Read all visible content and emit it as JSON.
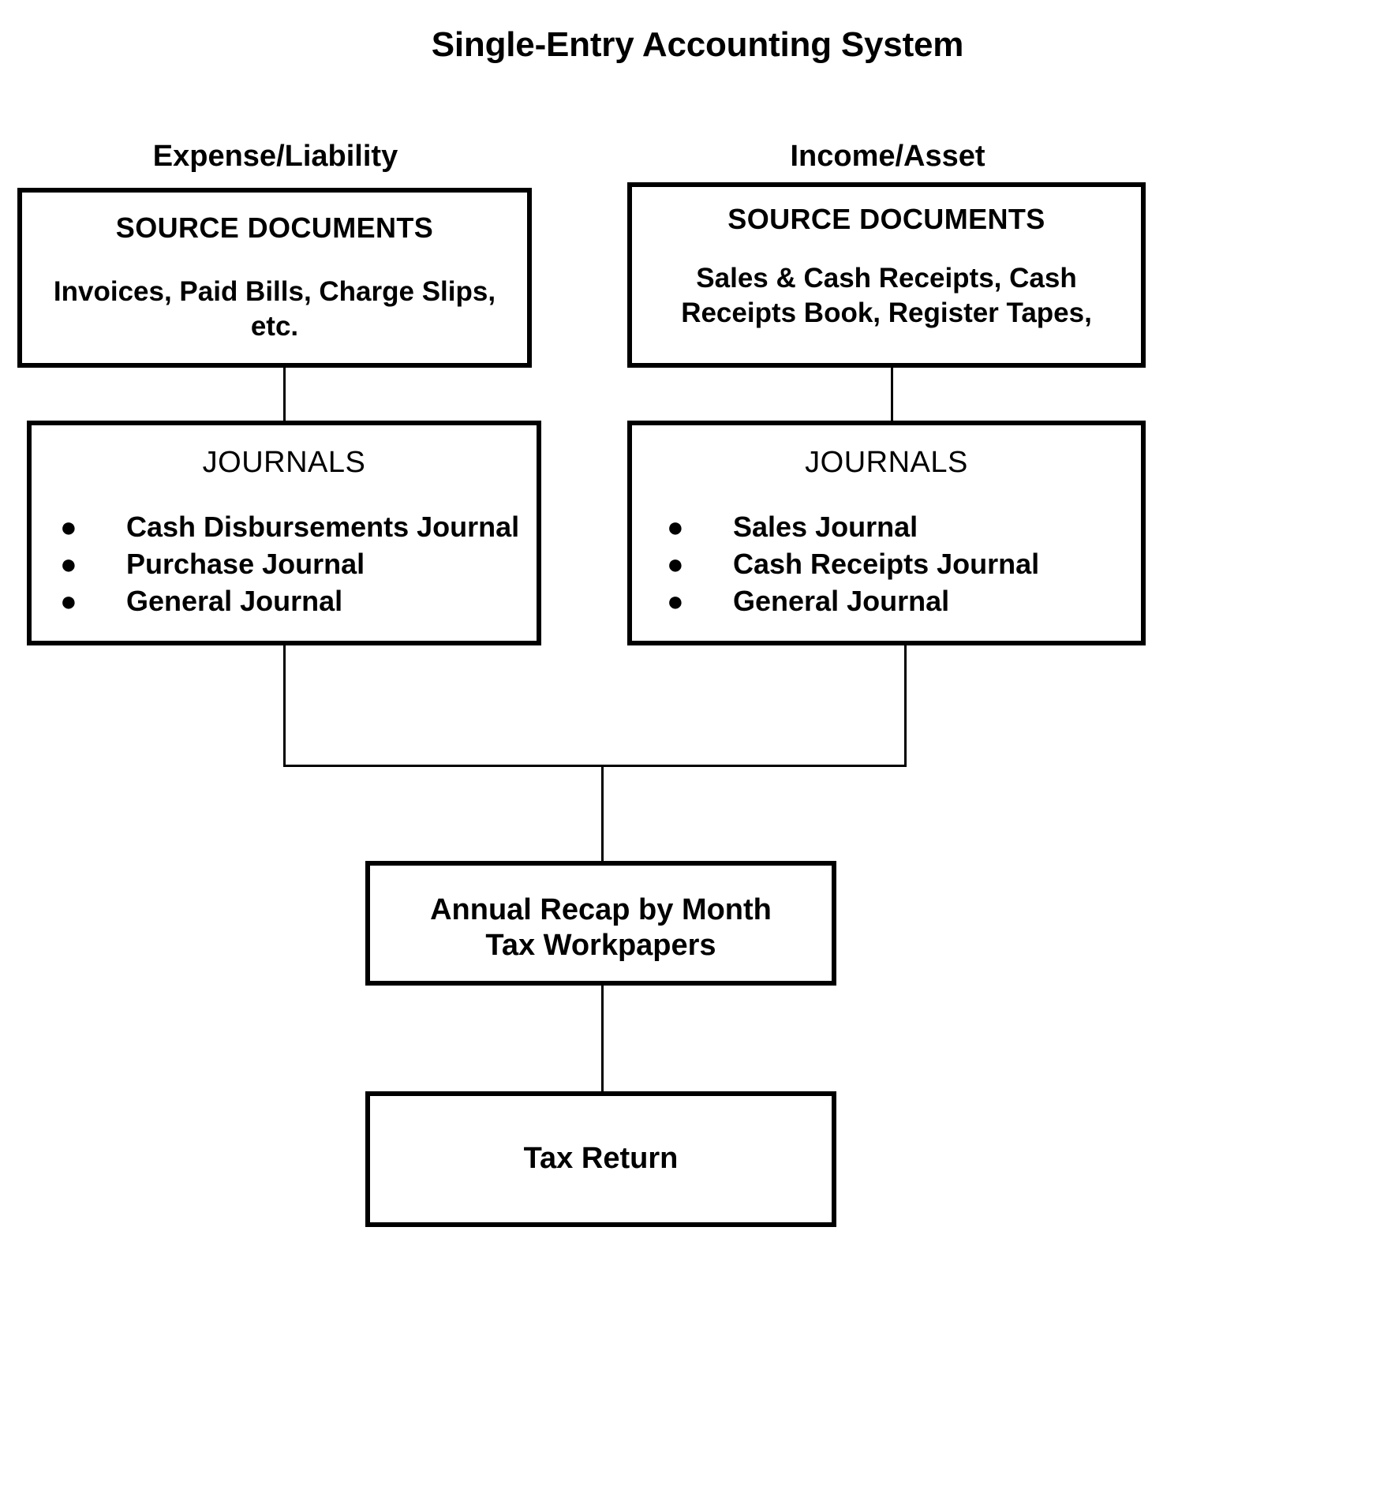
{
  "title": "Single-Entry Accounting System",
  "columns": {
    "left_header": "Expense/Liability",
    "right_header": "Income/Asset"
  },
  "boxes": {
    "source_left": {
      "title": "SOURCE DOCUMENTS",
      "body": "Invoices, Paid Bills, Charge Slips, etc."
    },
    "source_right": {
      "title": "SOURCE DOCUMENTS",
      "body": "Sales & Cash Receipts, Cash Receipts Book, Register Tapes,"
    },
    "journals_left": {
      "title": "JOURNALS",
      "bullet": "●",
      "items": [
        "Cash Disbursements Journal",
        "Purchase Journal",
        "General Journal"
      ]
    },
    "journals_right": {
      "title": "JOURNALS",
      "bullet": "●",
      "items": [
        "Sales Journal",
        "Cash Receipts Journal",
        "General Journal"
      ]
    },
    "recap": {
      "line1": "Annual Recap by Month",
      "line2": "Tax Workpapers"
    },
    "tax_return": {
      "label": "Tax Return"
    }
  },
  "colors": {
    "background": "#ffffff",
    "ink": "#000000",
    "border": "#000000"
  }
}
